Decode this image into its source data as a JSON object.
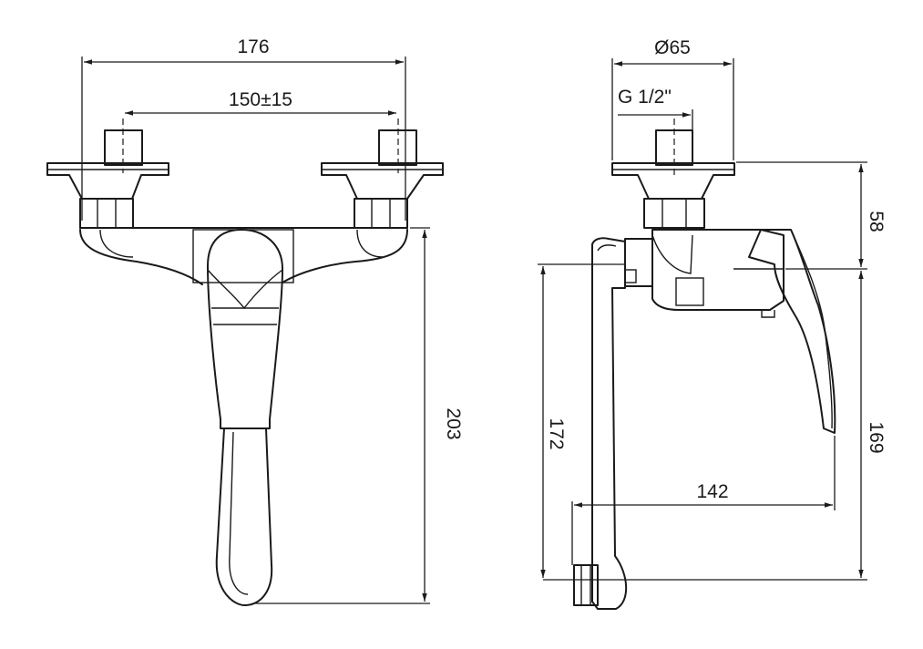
{
  "dimensions": {
    "front_overall_width": "176",
    "front_center_distance": "150±15",
    "front_total_height": "203",
    "side_flange_diameter": "Ø65",
    "side_thread": "G 1/2\"",
    "side_depth_top": "58",
    "side_height_left": "172",
    "side_projection": "142",
    "side_height_right": "169"
  },
  "colors": {
    "line": "#1a1a1a",
    "background": "#ffffff"
  }
}
